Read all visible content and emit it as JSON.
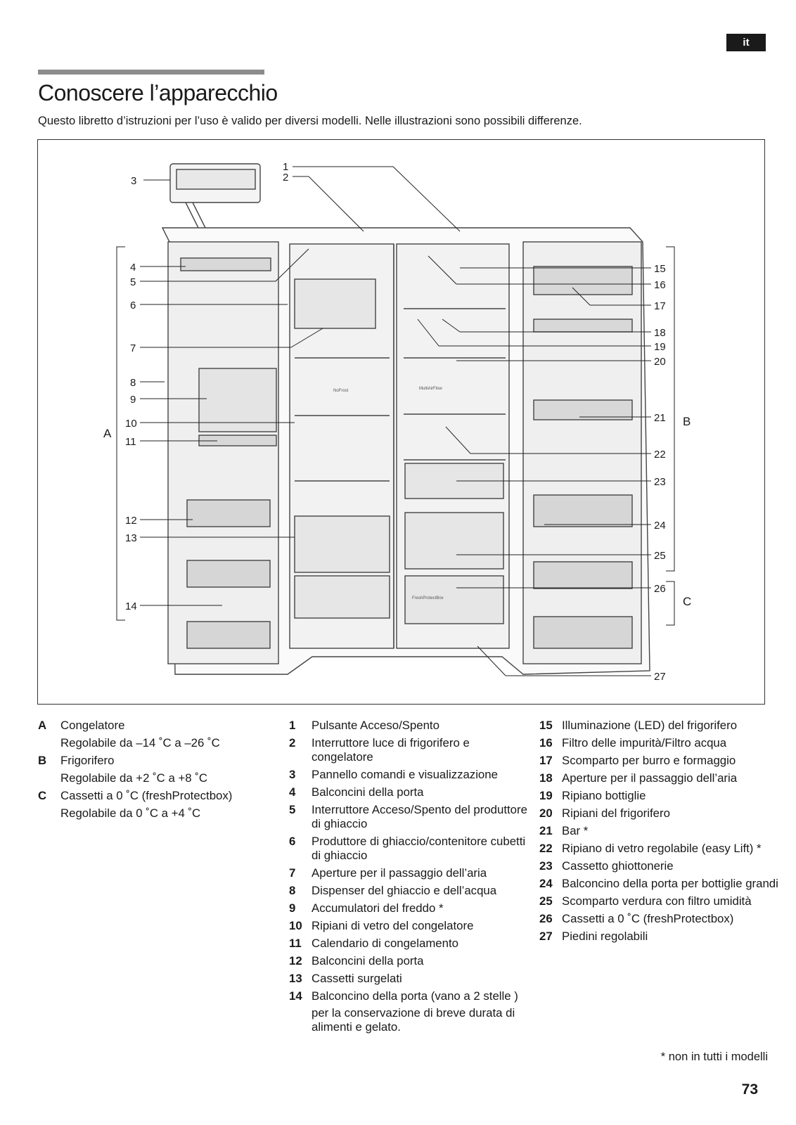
{
  "language_tab": "it",
  "title": "Conoscere l’apparecchio",
  "intro": "Questo libretto d’istruzioni per l’uso è valido per diversi modelli. Nelle illustrazioni sono possibili differenze.",
  "callouts": {
    "n1": "1",
    "n2": "2",
    "n3": "3",
    "n4": "4",
    "n5": "5",
    "n6": "6",
    "n7": "7",
    "n8": "8",
    "n9": "9",
    "n10": "10",
    "n11": "11",
    "n12": "12",
    "n13": "13",
    "n14": "14",
    "n15": "15",
    "n16": "16",
    "n17": "17",
    "n18": "18",
    "n19": "19",
    "n20": "20",
    "n21": "21",
    "n22": "22",
    "n23": "23",
    "n24": "24",
    "n25": "25",
    "n26": "26",
    "n27": "27",
    "A": "A",
    "B": "B",
    "C": "C",
    "noFrost": "NoFrost",
    "multiAirFlow": "MultiAirFlow",
    "freshProtectBox": "FreshProtectBox"
  },
  "zones": [
    {
      "key": "A",
      "label": "Congelatore",
      "detail": "Regolabile da –14 ˚C a –26 ˚C"
    },
    {
      "key": "B",
      "label": "Frigorifero",
      "detail": "Regolabile da +2 ˚C a +8 ˚C"
    },
    {
      "key": "C",
      "label": "Cassetti a 0 ˚C (freshProtectbox)",
      "detail": "Regolabile da 0 ˚C a +4 ˚C"
    }
  ],
  "parts_col2": [
    {
      "num": "1",
      "text": "Pulsante Acceso/Spento"
    },
    {
      "num": "2",
      "text": "Interruttore luce di frigorifero e congelatore"
    },
    {
      "num": "3",
      "text": "Pannello comandi e visualizzazione"
    },
    {
      "num": "4",
      "text": "Balconcini della porta"
    },
    {
      "num": "5",
      "text": "Interruttore Acceso/Spento del produttore di ghiaccio"
    },
    {
      "num": "6",
      "text": "Produttore di ghiaccio/contenitore cubetti di ghiaccio"
    },
    {
      "num": "7",
      "text": "Aperture per il passaggio dell’aria"
    },
    {
      "num": "8",
      "text": "Dispenser del ghiaccio e dell’acqua"
    },
    {
      "num": "9",
      "text": "Accumulatori del freddo *"
    },
    {
      "num": "10",
      "text": "Ripiani di vetro del congelatore"
    },
    {
      "num": "11",
      "text": "Calendario di congelamento"
    },
    {
      "num": "12",
      "text": "Balconcini della porta"
    },
    {
      "num": "13",
      "text": "Cassetti surgelati"
    },
    {
      "num": "14",
      "text": "Balconcino della porta (vano a 2 stelle )",
      "extra": "per la conservazione di breve durata di alimenti e gelato."
    }
  ],
  "parts_col3": [
    {
      "num": "15",
      "text": "Illuminazione (LED) del frigorifero"
    },
    {
      "num": "16",
      "text": "Filtro delle impurità/Filtro acqua"
    },
    {
      "num": "17",
      "text": "Scomparto per burro e formaggio"
    },
    {
      "num": "18",
      "text": "Aperture per il passaggio dell’aria"
    },
    {
      "num": "19",
      "text": "Ripiano bottiglie"
    },
    {
      "num": "20",
      "text": "Ripiani del frigorifero"
    },
    {
      "num": "21",
      "text": "Bar *"
    },
    {
      "num": "22",
      "text": "Ripiano di vetro regolabile (easy Lift) *"
    },
    {
      "num": "23",
      "text": "Cassetto ghiottonerie"
    },
    {
      "num": "24",
      "text": "Balconcino della porta per bottiglie grandi"
    },
    {
      "num": "25",
      "text": "Scomparto verdura con filtro umidità"
    },
    {
      "num": "26",
      "text": "Cassetti a 0 ˚C (freshProtectbox)"
    },
    {
      "num": "27",
      "text": "Piedini regolabili"
    }
  ],
  "footnote": "* non in tutti i modelli",
  "page_number": "73"
}
